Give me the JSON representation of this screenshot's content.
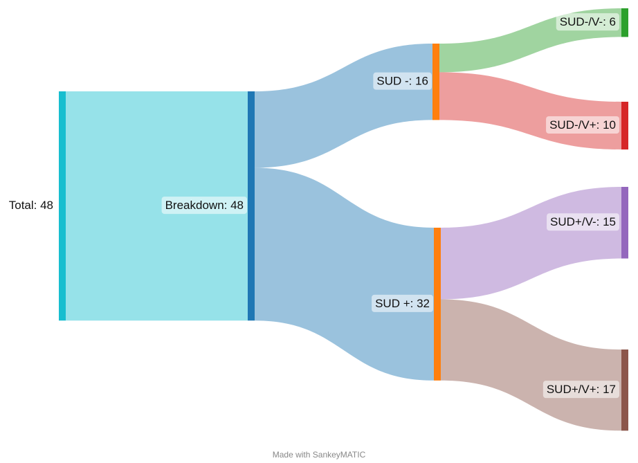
{
  "chart_data": {
    "type": "sankey",
    "nodes": [
      {
        "id": "total",
        "label": "Total: 48",
        "value": 48,
        "color": "#17becf"
      },
      {
        "id": "breakdown",
        "label": "Breakdown: 48",
        "value": 48,
        "color": "#1f77b4"
      },
      {
        "id": "sud_neg",
        "label": "SUD -: 16",
        "value": 16,
        "color": "#ff7f0e"
      },
      {
        "id": "sud_pos",
        "label": "SUD +: 32",
        "value": 32,
        "color": "#ff7f0e"
      },
      {
        "id": "sud_neg_v_neg",
        "label": "SUD-/V-: 6",
        "value": 6,
        "color": "#2ca02c"
      },
      {
        "id": "sud_neg_v_pos",
        "label": "SUD-/V+: 10",
        "value": 10,
        "color": "#d62728"
      },
      {
        "id": "sud_pos_v_neg",
        "label": "SUD+/V-: 15",
        "value": 15,
        "color": "#9467bd"
      },
      {
        "id": "sud_pos_v_pos",
        "label": "SUD+/V+: 17",
        "value": 17,
        "color": "#8c564b"
      }
    ],
    "flows": [
      {
        "from": "total",
        "to": "breakdown",
        "value": 48,
        "color": "#17becf"
      },
      {
        "from": "breakdown",
        "to": "sud_neg",
        "value": 16,
        "color": "#1f77b4"
      },
      {
        "from": "breakdown",
        "to": "sud_pos",
        "value": 32,
        "color": "#1f77b4"
      },
      {
        "from": "sud_neg",
        "to": "sud_neg_v_neg",
        "value": 6,
        "color": "#2ca02c"
      },
      {
        "from": "sud_neg",
        "to": "sud_neg_v_pos",
        "value": 10,
        "color": "#d62728"
      },
      {
        "from": "sud_pos",
        "to": "sud_pos_v_neg",
        "value": 15,
        "color": "#9467bd"
      },
      {
        "from": "sud_pos",
        "to": "sud_pos_v_pos",
        "value": 17,
        "color": "#8c564b"
      }
    ]
  },
  "footer": {
    "credit": "Made with SankeyMATIC"
  }
}
